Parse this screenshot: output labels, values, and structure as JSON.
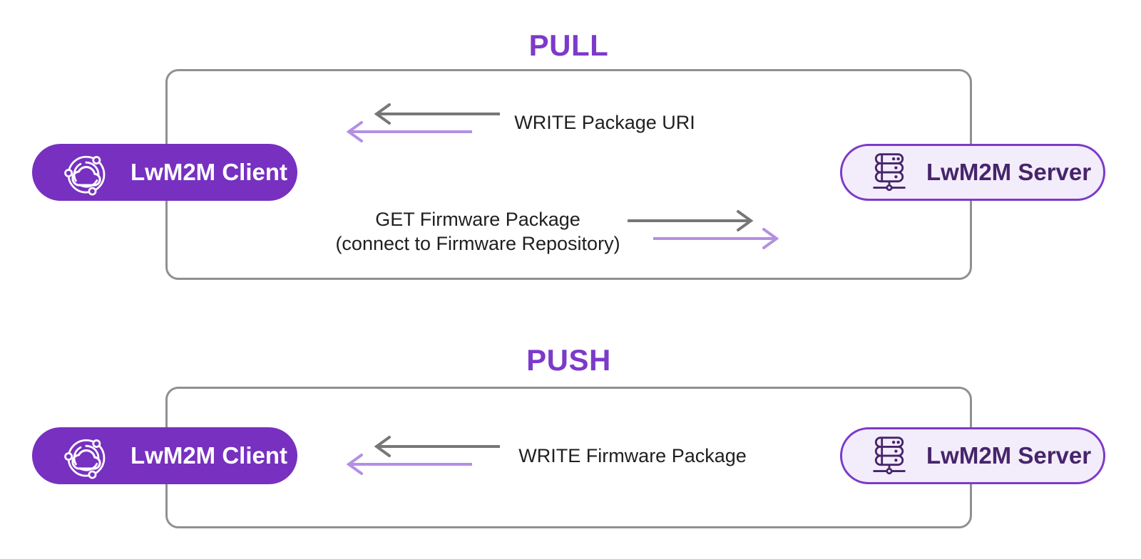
{
  "colors": {
    "accent_purple": "#7c3ac9",
    "client_badge_fill": "#7730c0",
    "client_badge_text": "#ffffff",
    "server_badge_fill": "#f3ecfa",
    "server_badge_border": "#7c3ac9",
    "server_badge_text": "#46256b",
    "container_border": "#8f9093",
    "arrow_gray": "#77777a",
    "arrow_purple": "#b48fe4",
    "label_text": "#1f1f1f"
  },
  "pull": {
    "title": "PULL",
    "client": {
      "label": "LwM2M Client",
      "icon": "iot-cloud-icon"
    },
    "server": {
      "label": "LwM2M Server",
      "icon": "server-rack-icon"
    },
    "write_package_uri": {
      "label": "WRITE Package URI",
      "direction": "left",
      "arrows": [
        "gray",
        "purple"
      ]
    },
    "get_firmware": {
      "line1": "GET Firmware Package",
      "line2": "(connect to Firmware Repository)",
      "direction": "right",
      "arrows": [
        "gray",
        "purple"
      ]
    }
  },
  "push": {
    "title": "PUSH",
    "client": {
      "label": "LwM2M Client",
      "icon": "iot-cloud-icon"
    },
    "server": {
      "label": "LwM2M Server",
      "icon": "server-rack-icon"
    },
    "write_firmware": {
      "label": "WRITE Firmware Package",
      "direction": "left",
      "arrows": [
        "gray",
        "purple"
      ]
    }
  }
}
